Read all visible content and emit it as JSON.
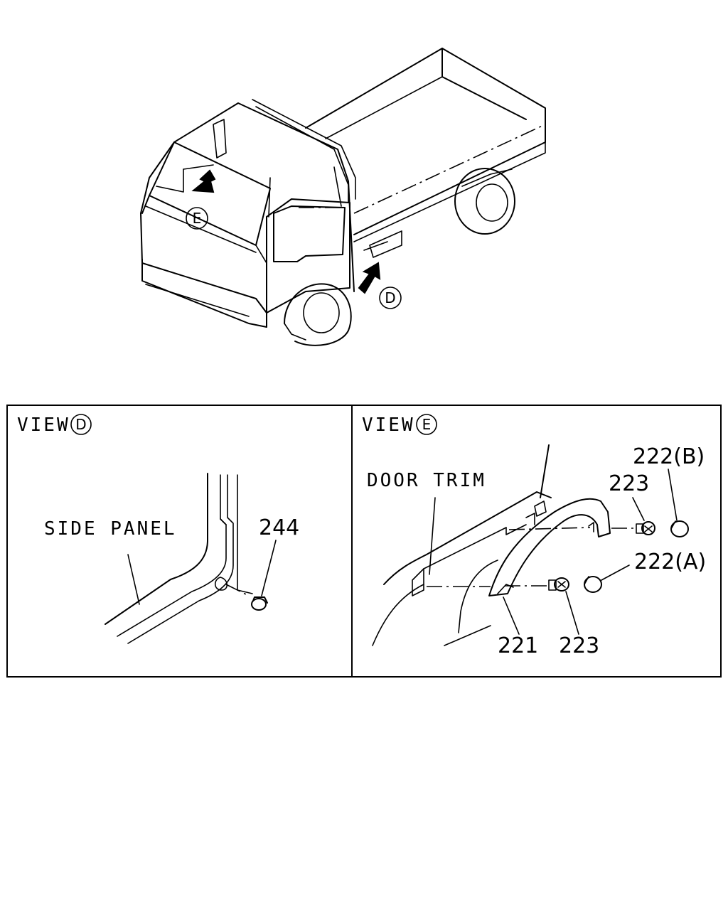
{
  "overview": {
    "view_e_marker": "E",
    "view_d_marker": "D"
  },
  "view_d": {
    "title": "VIEW",
    "marker": "D",
    "side_panel_label": "SIDE PANEL",
    "part_244": "244"
  },
  "view_e": {
    "title": "VIEW",
    "marker": "E",
    "door_trim_label": "DOOR TRIM",
    "part_222b": "222(B)",
    "part_223_top": "223",
    "part_222a": "222(A)",
    "part_221": "221",
    "part_223_bottom": "223"
  }
}
